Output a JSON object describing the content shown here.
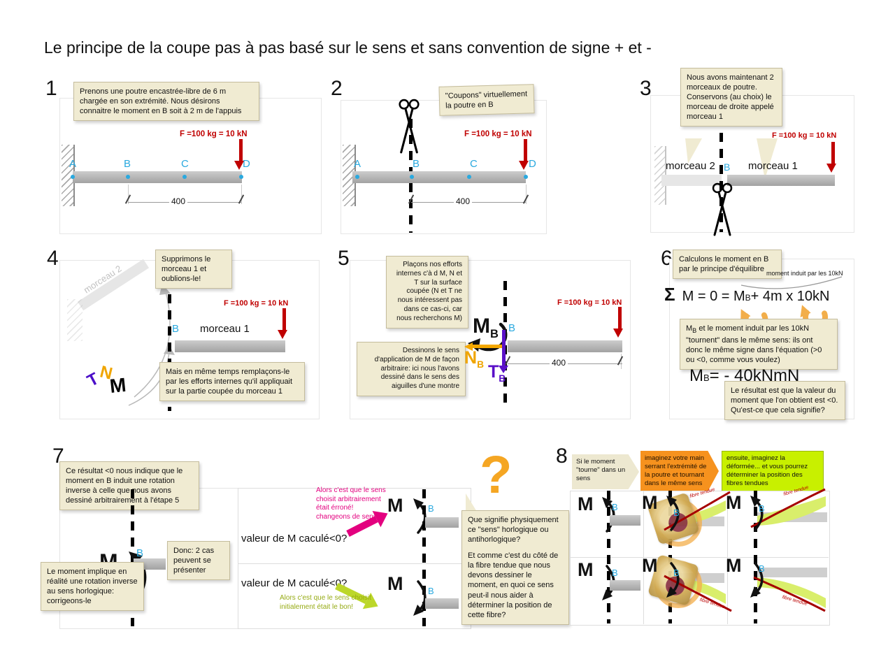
{
  "title": "Le principe de la coupe pas à pas basé sur le sens et sans convention de signe + et -",
  "colors": {
    "cyan": "#2AA9DF",
    "red": "#CC0000",
    "orange": "#F5A800",
    "purple": "#5A10C8",
    "pink": "#E3007F",
    "green_arrow": "#BCD72A",
    "green_text": "#96AB14",
    "beige": "#F0EBD2",
    "orange_box": "#F6921E",
    "green_box": "#C8F000",
    "swirl_orange": "#F2AE4A",
    "fibre_red": "#A50000",
    "question_orange": "#F5A623"
  },
  "beam": {
    "force_label": "F =100 kg = 10 kN",
    "dim_label": "400",
    "point_a": "A",
    "point_b": "B",
    "point_c": "C",
    "point_d": "D",
    "morceau1": "morceau 1",
    "morceau2": "morceau 2"
  },
  "symbols": {
    "m": "M",
    "n": "N",
    "t": "T",
    "b": "B",
    "sigma": "Σ"
  },
  "steps": {
    "s1": {
      "num": "1",
      "callout": "Prenons une poutre encastrée-libre de 6 m chargée en son extrémité. Nous désirons connaitre le moment en B soit à 2 m de l'appuis"
    },
    "s2": {
      "num": "2",
      "callout": "\"Coupons\" virtuellement la poutre en B"
    },
    "s3": {
      "num": "3",
      "callout": "Nous avons maintenant 2 morceaux de poutre. Conservons (au choix) le morceau de droite appelé morceau 1"
    },
    "s4": {
      "num": "4",
      "callout_top": "Supprimons le morceau 1 et oublions-le!",
      "callout_bottom": "Mais en même temps remplaçons-le par les efforts internes qu'il appliquait sur la partie coupée du morceau 1"
    },
    "s5": {
      "num": "5",
      "callout_top": "Plaçons nos efforts internes c'à d M, N et T sur la surface coupée (N et T ne nous intéressent pas dans ce cas-ci, car nous recherchons M)",
      "callout_bottom": "Dessinons le sens d'application de M de façon arbitraire: ici nous l'avons dessiné dans le sens des aiguilles d'une montre"
    },
    "s6": {
      "num": "6",
      "callout_top": "Calculons le moment en B par le principe d'équilibre",
      "annotation": "moment induit par les 10kN",
      "eq_lhs": "M = 0 = M",
      "eq_rhs": " + 4m x 10kN",
      "callout_mid_rest": " et le moment induit par les 10kN \"tournent\" dans le même sens: ils ont donc le même signe dans l'équation (>0 ou <0, comme vous voulez)",
      "eq2_rest": "= - 40kNmN",
      "callout_bottom": "Le résultat est que la valeur du moment que l'on obtient est <0. Qu'est-ce que cela signifie?"
    },
    "s7": {
      "num": "7",
      "callout_top": "Ce résultat <0 nous indique que le moment en B induit une rotation inverse à celle que nous avons dessiné arbitrairement à l'étape 5",
      "callout_cases": "Donc: 2 cas peuvent se présenter",
      "callout_bottom": "Le moment implique en réalité une rotation inverse au sens horlogique: corrigeons-le",
      "case1_question": "valeur de M caculé<0?",
      "case1_answer": "Alors c'est que le sens choisit arbitrairement était érroné! changeons de sens!",
      "case2_question": "valeur de M caculé<0?",
      "case2_answer": "Alors c'est que le sens choisit initialement était le bon!",
      "question_mark": "?",
      "question_p1": "Que signifie physiquement ce \"sens\" horlogique ou antihorlogique?",
      "question_p2": "Et comme c'est du côté de la fibre tendue que nous devons dessiner le moment, en quoi ce sens peut-il nous aider à déterminer la position de cette fibre?"
    },
    "s8": {
      "num": "8",
      "box1": "Si le moment \"tourne\" dans un sens",
      "box2": "imaginez votre main serrant l'extrémité de la poutre et tournant dans le même sens",
      "box3": "ensuite, imaginez la déformée... et vous pourrez déterminer la position des fibres tendues",
      "fibre_label": "fibre tendue"
    }
  }
}
